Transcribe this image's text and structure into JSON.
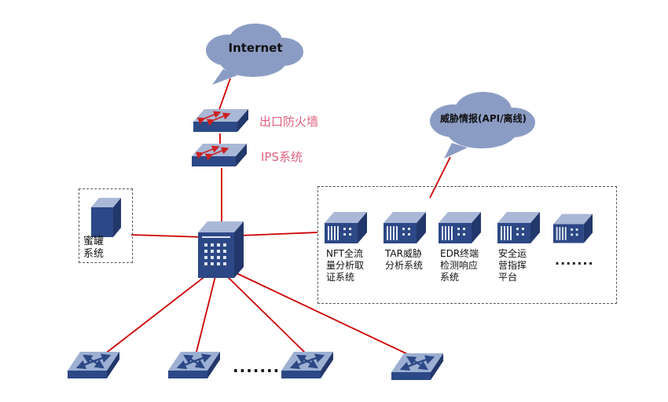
{
  "nodes": {
    "internet": {
      "label": "Internet"
    },
    "threat_intel": {
      "label": "威胁情报(API/离线)"
    },
    "firewall": {
      "label": "出口防火墙"
    },
    "ips": {
      "label": "IPS系统"
    },
    "honeypot": {
      "label": "蜜罐系统"
    }
  },
  "servers": [
    {
      "label": "NFT全流量分析取证系统"
    },
    {
      "label": "TAR威胁分析系统"
    },
    {
      "label": "EDR终端检测响应系统"
    },
    {
      "label": "安全运营指挥平台"
    },
    {
      "label": "·······"
    }
  ],
  "ellipsis": {
    "switch_row": "·······"
  },
  "colors": {
    "link_line": "#cc0000",
    "pink_label": "#e0617f",
    "device_front": "#2c4886",
    "device_side": "#22376a",
    "device_top": "#a9b8d7",
    "cloud": "#8b9cc4",
    "arrow_red": "#cc2222"
  }
}
